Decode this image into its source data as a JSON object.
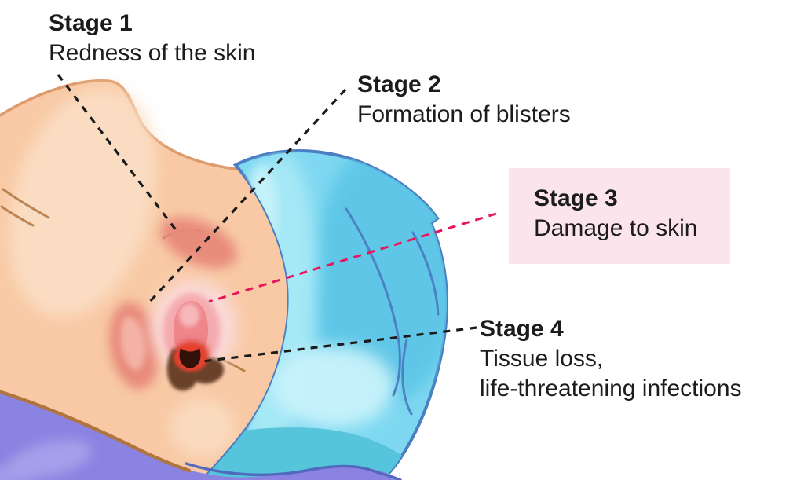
{
  "figure": {
    "subject": "bedsore pressure ulcer stages on reclining patient",
    "stages": [
      {
        "title": "Stage 1",
        "lines": [
          "Redness of the skin"
        ]
      },
      {
        "title": "Stage 2",
        "lines": [
          "Formation of blisters"
        ]
      },
      {
        "title": "Stage 3",
        "lines": [
          "Damage to skin"
        ],
        "highlighted": true
      },
      {
        "title": "Stage 4",
        "lines": [
          "Tissue loss,",
          "life-threatening infections"
        ]
      }
    ]
  },
  "colors": {
    "bg": "#ffffff",
    "text": "#1c1c1c",
    "skin": "#f8c9a4",
    "skin_light": "#fbdfc6",
    "skin_outline": "#dd9a6b",
    "skin_crease": "#b0753f",
    "redness": "#e8897a",
    "redness_light": "#f5b7a9",
    "blister_halo": "#fadada",
    "blister_mid": "#f4abaf",
    "blister_core": "#ee868c",
    "blister_highlight": "#f7bdc0",
    "blister_deep": "#e05244",
    "wound_ring": "#e6402f",
    "wound_shadow": "#6b432c",
    "wound_core": "#321108",
    "blanket": "#7ed8f1",
    "blanket_dark": "#5cc5e6",
    "blanket_light": "#a5e8f6",
    "blanket_lightest": "#c9f3fb",
    "blanket_outline": "#4a7ec3",
    "blanket_teal": "#56c4db",
    "bed": "#8b83e1",
    "bed_light": "#a69fea",
    "bed_outline": "#5066bb",
    "box_bg": "#fbe4ec",
    "line_dark": "#1b1b1b",
    "line_pink": "#e8175c"
  }
}
